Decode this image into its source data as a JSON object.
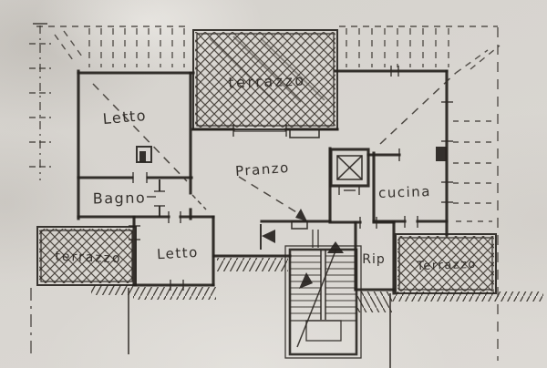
{
  "scan": {
    "kind": "scanned hand-drawn apartment floor plan",
    "paper_color": "#d8d5d0",
    "ink_color": "#26221e"
  },
  "rooms": {
    "letto_nw": {
      "label": "Letto"
    },
    "bagno": {
      "label": "Bagno"
    },
    "pranzo": {
      "label": "Pranzo"
    },
    "cucina": {
      "label": "cucina"
    },
    "letto_s": {
      "label": "Letto"
    },
    "rip": {
      "label": "Rip"
    }
  },
  "terraces": {
    "north": {
      "label": "terrazzo"
    },
    "south_west": {
      "label": "terrazzo"
    },
    "south_east": {
      "label": "Terrazzo"
    }
  },
  "icons": {
    "elevator": "elevator-shaft-x-icon",
    "stairs": "staircase-icon",
    "entrance_arrow": "entrance-door-arrow-icon",
    "stair_arrow": "stair-direction-arrow-icon"
  }
}
